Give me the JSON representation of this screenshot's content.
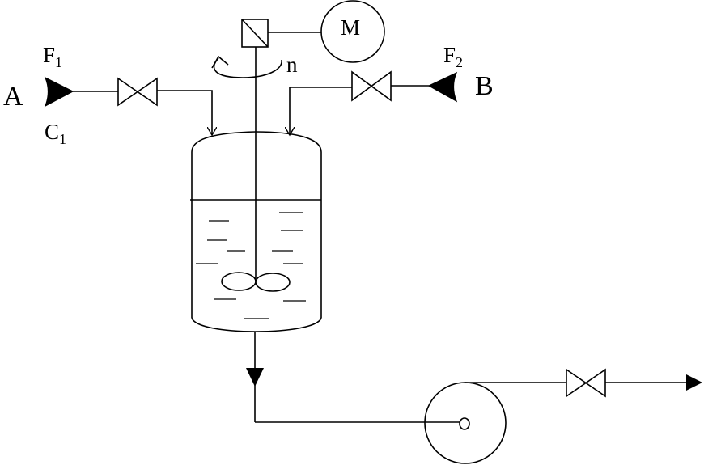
{
  "labels": {
    "inlet_a": "A",
    "inlet_b": "B",
    "flow_1": "F",
    "flow_1_sub": "1",
    "conc_1": "C",
    "conc_1_sub": "1",
    "flow_2": "F",
    "flow_2_sub": "2",
    "motor": "M",
    "speed": "n"
  }
}
